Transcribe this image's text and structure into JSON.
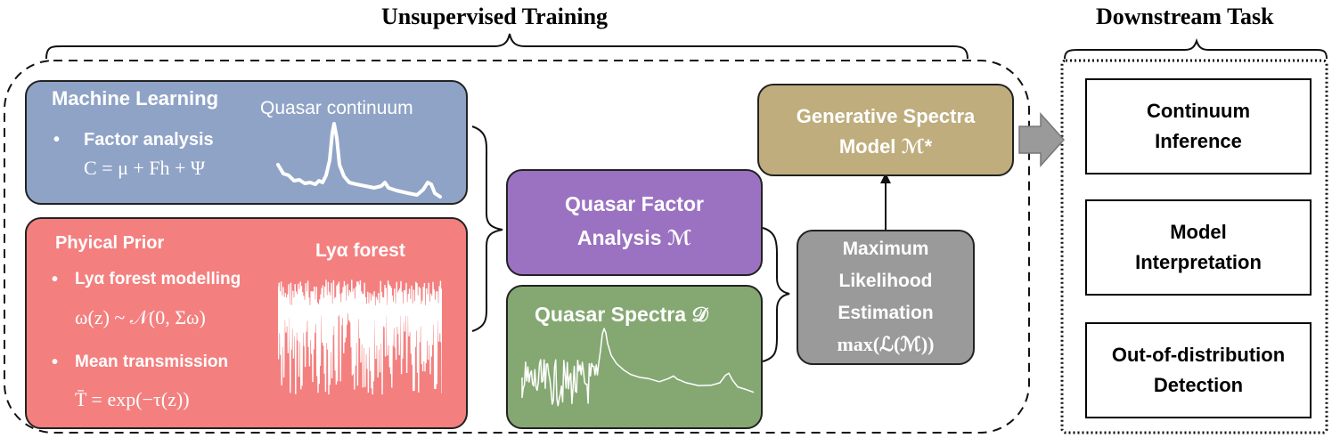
{
  "headers": {
    "unsupervised": "Unsupervised Training",
    "downstream": "Downstream Task"
  },
  "machine_learning": {
    "title": "Machine Learning",
    "bullet": "Factor analysis",
    "equation": "C = μ + Fh + Ψ",
    "plot_label": "Quasar continuum",
    "color": "#8fa3c6"
  },
  "physical_prior": {
    "title": "Phyical Prior",
    "bullet1": "Lyα forest modelling",
    "equation1": "ω(z) ~ 𝒩(0, Σω)",
    "bullet2": "Mean transmission",
    "equation2": "T̄ = exp(−τ(z))",
    "plot_label": "Lyα forest",
    "color": "#f47f7f"
  },
  "factor_analysis": {
    "line1": "Quasar Factor",
    "line2": "Analysis ℳ",
    "color": "#9b72c1"
  },
  "spectra": {
    "label": "Quasar Spectra 𝒟",
    "color": "#85a873"
  },
  "generative": {
    "line1": "Generative Spectra",
    "line2": "Model ℳ*",
    "color": "#bfad7d"
  },
  "mle": {
    "line1": "Maximum",
    "line2": "Likelihood",
    "line3": "Estimation",
    "line4": "max(ℒ(ℳ))",
    "color": "#9a9a9a"
  },
  "downstream_tasks": [
    {
      "line1": "Continuum",
      "line2": "Inference"
    },
    {
      "line1": "Model",
      "line2": "Interpretation"
    },
    {
      "line1": "Out-of-distribution",
      "line2": "Detection"
    }
  ]
}
